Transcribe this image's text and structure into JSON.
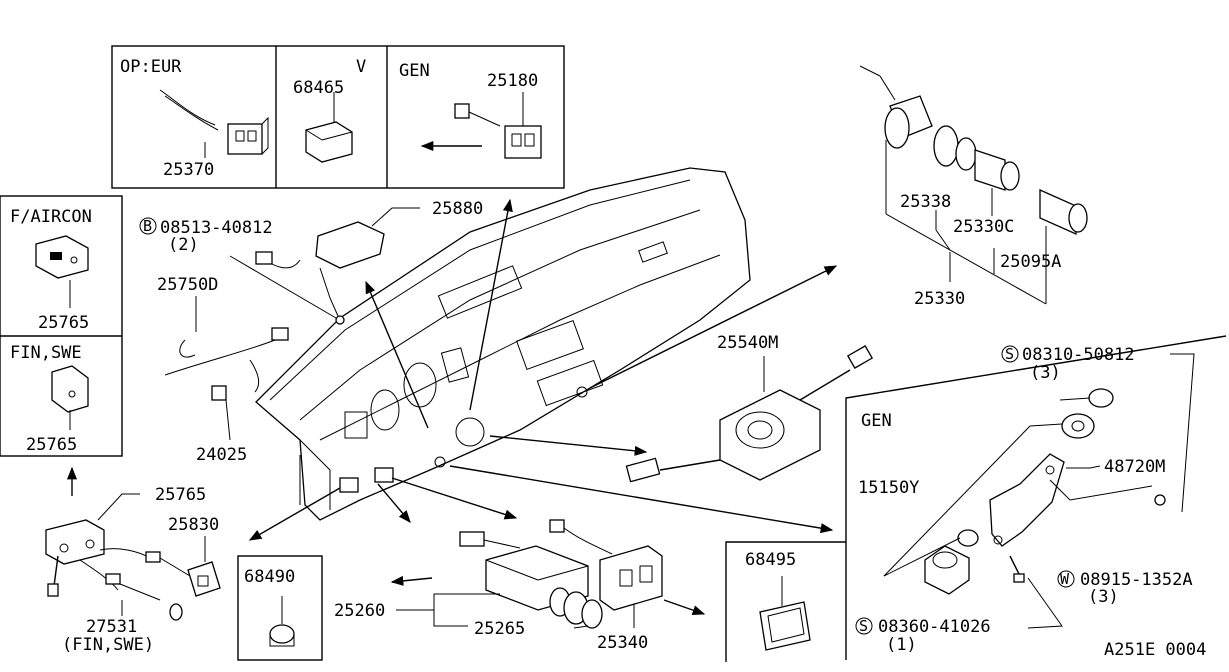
{
  "boxes": {
    "op_eur": "OP:EUR",
    "v": "V",
    "gen_top": "GEN",
    "f_aircon": "F/AIRCON",
    "fin_swe": "FIN,SWE",
    "gen_right": "GEN"
  },
  "parts": {
    "p25370": "25370",
    "p68465": "68465",
    "p25180": "25180",
    "p25765_a": "25765",
    "p25765_b": "25765",
    "p25765_c": "25765",
    "bolt_a": "08513-40812",
    "bolt_a_qty": "(2)",
    "p25880": "25880",
    "p25750d": "25750D",
    "p24025": "24025",
    "p25338": "25338",
    "p25330c": "25330C",
    "p25095a": "25095A",
    "p25330": "25330",
    "p25540m": "25540M",
    "screw_s1": "08310-50812",
    "screw_s1_qty": "(3)",
    "p48720m": "48720M",
    "p15150y": "15150Y",
    "washer_w": "08915-1352A",
    "washer_w_qty": "(3)",
    "screw_s2": "08360-41026",
    "screw_s2_qty": "(1)",
    "p25830": "25830",
    "p27531": "27531",
    "p27531_note": "(FIN,SWE)",
    "p68490": "68490",
    "p25260": "25260",
    "p25265": "25265",
    "p25340": "25340",
    "p68495": "68495"
  },
  "symbols": {
    "b": "B",
    "s": "S",
    "w": "W"
  },
  "diagram_id": "A251E 0004"
}
